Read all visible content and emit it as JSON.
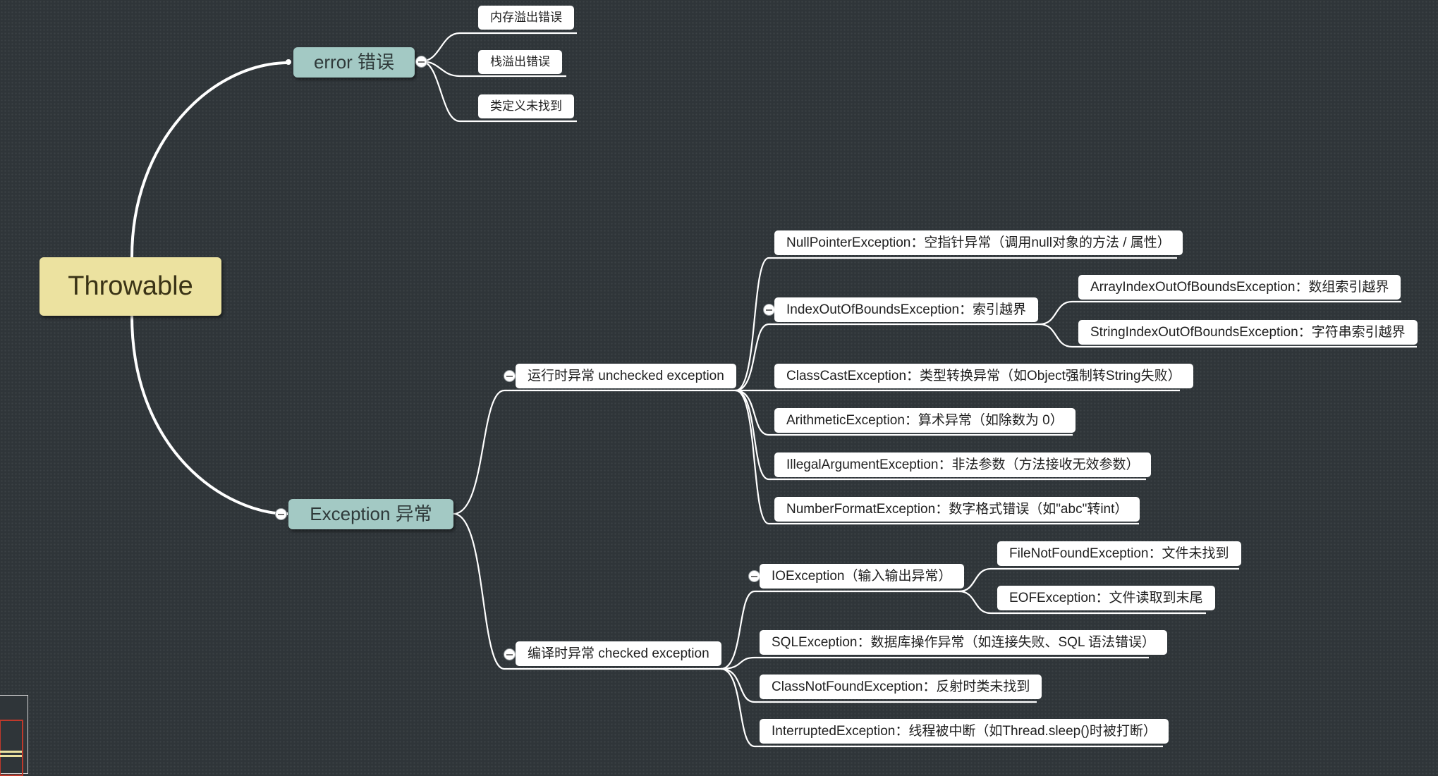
{
  "root": "Throwable",
  "error": {
    "label": "error 错误",
    "children": [
      "内存溢出错误",
      "栈溢出错误",
      "类定义未找到"
    ]
  },
  "exception": {
    "label": "Exception 异常",
    "unchecked": {
      "label": "运行时异常 unchecked exception",
      "children": [
        "NullPointerException：空指针异常（调用null对象的方法 / 属性）",
        "IndexOutOfBoundsException：索引越界",
        "ClassCastException：类型转换异常（如Object强制转String失败）",
        "ArithmeticException：算术异常（如除数为 0）",
        "IllegalArgumentException：非法参数（方法接收无效参数）",
        "NumberFormatException：数字格式错误（如\"abc\"转int）"
      ],
      "index_children": [
        "ArrayIndexOutOfBoundsException：数组索引越界",
        "StringIndexOutOfBoundsException：字符串索引越界"
      ]
    },
    "checked": {
      "label": "编译时异常 checked exception",
      "children": [
        "IOException（输入输出异常）",
        "SQLException：数据库操作异常（如连接失败、SQL 语法错误）",
        "ClassNotFoundException：反射时类未找到",
        "InterruptedException：线程被中断（如Thread.sleep()时被打断）"
      ],
      "io_children": [
        "FileNotFoundException：文件未找到",
        "EOFException：文件读取到末尾"
      ]
    }
  }
}
